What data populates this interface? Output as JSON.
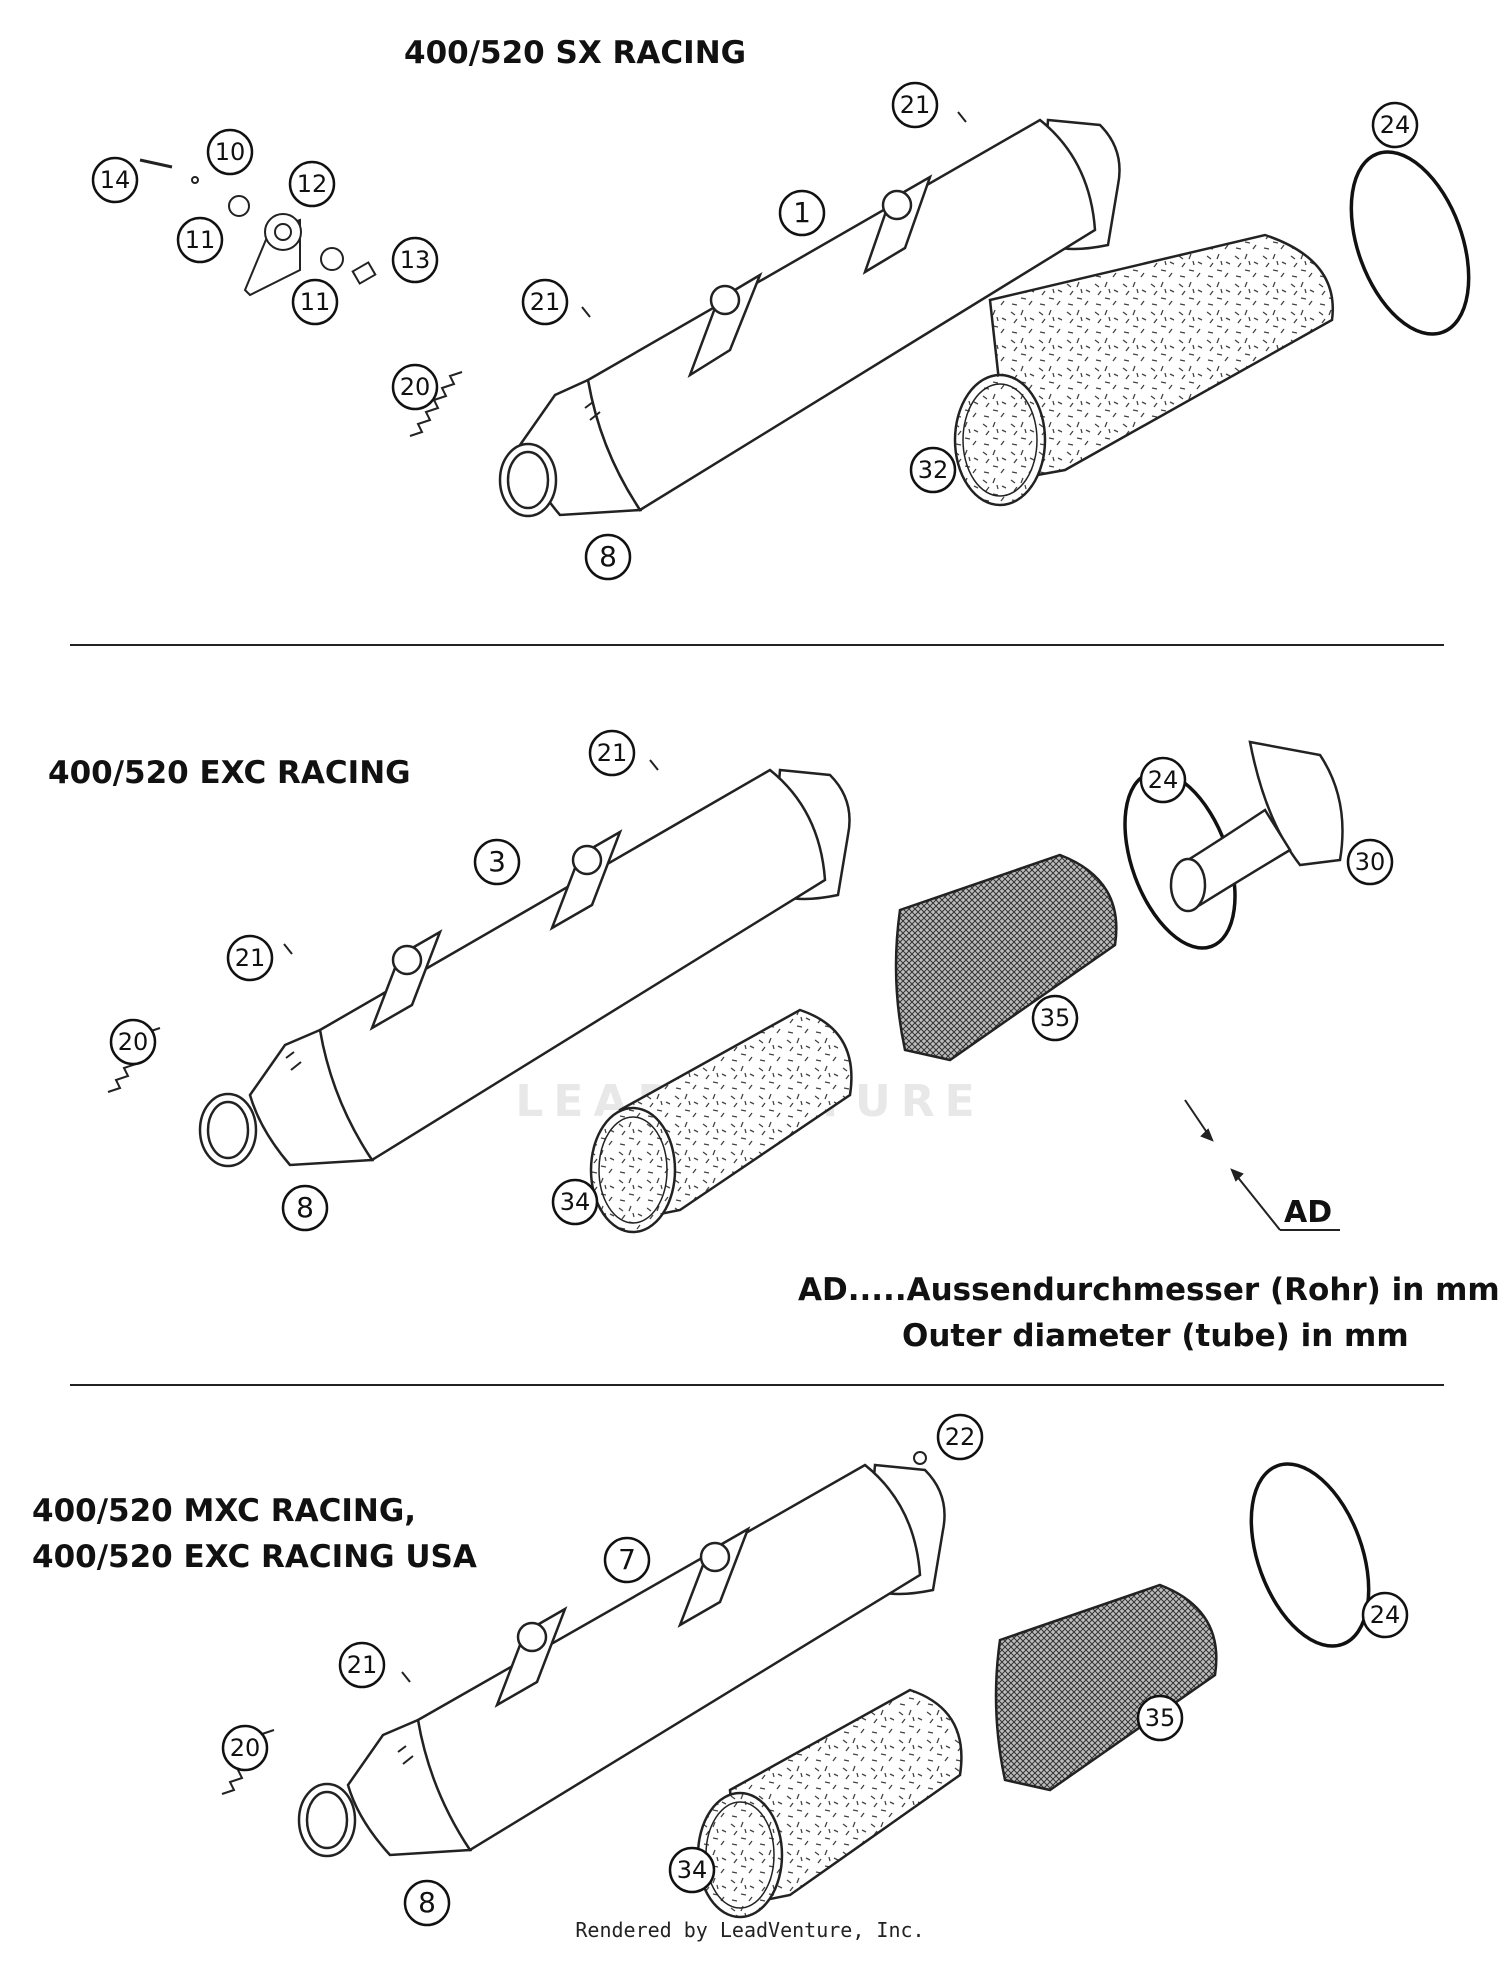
{
  "sections": [
    {
      "title": "400/520 SX RACING"
    },
    {
      "title": "400/520 EXC RACING"
    },
    {
      "title_line1": "400/520 MXC RACING,",
      "title_line2": "400/520 EXC RACING USA"
    }
  ],
  "callouts": {
    "sx": [
      "14",
      "10",
      "12",
      "11",
      "11",
      "13",
      "21",
      "1",
      "21",
      "24",
      "20",
      "32",
      "8"
    ],
    "exc": [
      "21",
      "24",
      "3",
      "30",
      "21",
      "20",
      "35",
      "8",
      "34"
    ],
    "mxc": [
      "22",
      "7",
      "24",
      "21",
      "20",
      "35",
      "34",
      "8"
    ]
  },
  "dimension": {
    "label": "AD",
    "note_line1": "AD.....Aussendurchmesser (Rohr) in mm",
    "note_line2": "Outer diameter (tube) in mm"
  },
  "watermark": "LEADVENTURE",
  "footer": "Rendered by LeadVenture, Inc."
}
